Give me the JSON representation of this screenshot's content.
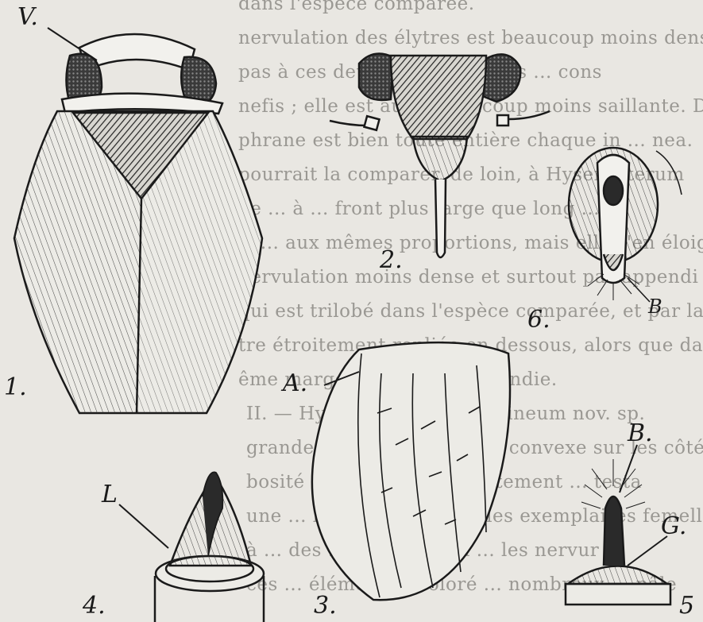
{
  "background_text": [
    "dans l'espèce comparée.",
    "nervulation des élytres est beaucoup moins dense, c",
    "pas à ces deux espèces ridées ... cons",
    "nefis ; elle est aussi beaucoup moins saillante. Dans notr",
    "phrane est bien toute entière chaque in ... nea.",
    "pourrait la comparer, de loin, à Hyseropterum",
    "de ... à ... front plus large que long ... ép",
    "s, ... aux mêmes proportions, mais elle s'en éloig",
    "nervulation moins dense et surtout par appendi",
    "qui est trilobé dans l'espèce comparée, et par la marg",
    "tre étroitement repliée en dessous, alors que dans",
    "ême marge est large et arrondie.",
    "II. — Hysteropterum stramineum nov. sp.",
    "grande, allongée, ... ovale, convexe sur les côtés",
    "bosité ... rétrécie, ... étroitement ... testa",
    "une ... l'étalage sur tous les exemplaires femelles sont",
    "à ... des ... le scutellum ... les nervur",
    "ces ... élément ... coloré ... nombreux ... pâle"
  ],
  "figures": {
    "fig1": {
      "number": "1.",
      "callout": "V."
    },
    "fig2": {
      "number": "2."
    },
    "fig3": {
      "number": "3.",
      "callout": "A."
    },
    "fig4": {
      "number": "4.",
      "callout": "L"
    },
    "fig5": {
      "number": "5",
      "callout_b": "B.",
      "callout_g": "G."
    },
    "fig6": {
      "number": "6.",
      "callout": "B"
    }
  },
  "colors": {
    "ink": "#1a1a1a",
    "paper": "#e9e7e2",
    "ghost_text": "#9a9893"
  }
}
